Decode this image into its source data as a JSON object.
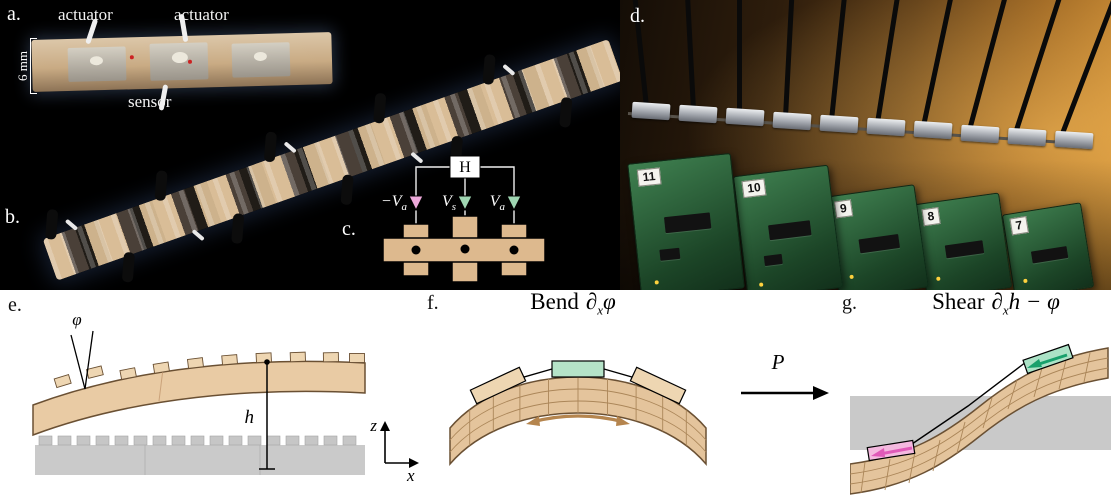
{
  "panels": {
    "a": {
      "label": "a.",
      "actuator_left": "actuator",
      "actuator_right": "actuator",
      "sensor": "sensor",
      "scale_bar": "6 mm"
    },
    "b": {
      "label": "b."
    },
    "c": {
      "label": "c.",
      "h_block": "H",
      "voltages": [
        {
          "main": "−V",
          "sub": "a"
        },
        {
          "main": "V",
          "sub": "s"
        },
        {
          "main": "V",
          "sub": "a"
        }
      ]
    },
    "d": {
      "label": "d.",
      "pcb_numbers": [
        "11",
        "10",
        "9",
        "8",
        "7"
      ]
    },
    "e": {
      "label": "e.",
      "angle": "φ",
      "height": "h",
      "axis_z": "z",
      "axis_x": "x"
    },
    "f": {
      "label": "f.",
      "title_word": "Bend",
      "title_math": "∂",
      "title_sub": "x",
      "title_tail": "φ"
    },
    "p_arrow": {
      "label": "P"
    },
    "g": {
      "label": "g.",
      "title_word": "Shear",
      "title_math": "∂",
      "title_sub": "x",
      "title_tail": "h − φ"
    }
  },
  "colors": {
    "background_top": "#000000",
    "background_bottom": "#ffffff",
    "beam_tan": "#e4c49c",
    "beam_outline": "#6a5033",
    "base_gray": "#c9c9c9",
    "actuator_pink": "#f0aede",
    "pink_arrow": "#e05ab8",
    "actuator_green": "#aee3c8",
    "green_arrow": "#18a06c",
    "expansion_arrow_brown": "#b5854e",
    "pcb_green": "#2f6b3f"
  }
}
